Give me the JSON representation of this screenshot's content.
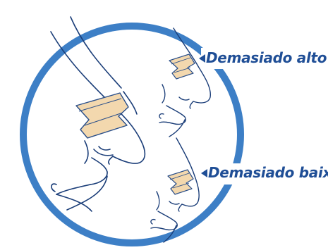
{
  "labels": {
    "too_high": "Demasiado alto",
    "too_low": "Demasiado baixo"
  },
  "colors": {
    "ring": "#3d7fc6",
    "ring_white": "#ffffff",
    "line": "#1a3d78",
    "text": "#1f4e96",
    "strip_fill": "#f3d8ae",
    "strip_stroke": "#2a4f8a"
  },
  "icons": {
    "pointer": "left-pointing-triangle"
  }
}
